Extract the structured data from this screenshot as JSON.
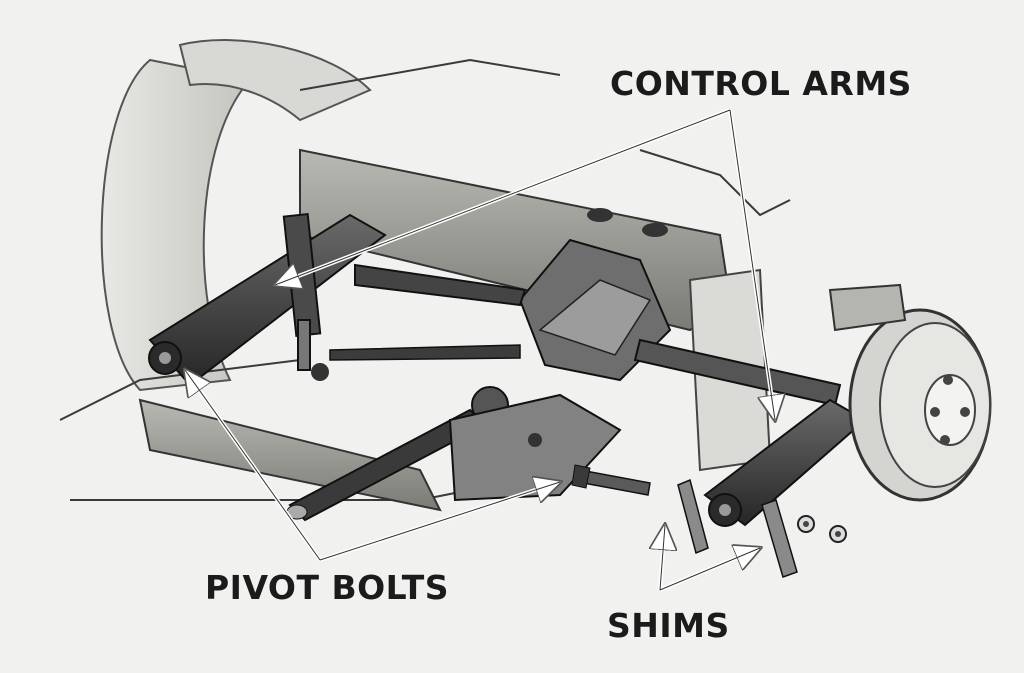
{
  "labels": {
    "control_arms": "CONTROL ARMS",
    "pivot_bolts": "PIVOT BOLTS",
    "shims": "SHIMS"
  },
  "colors": {
    "background": "#f1f1ef",
    "ink": "#1b1b1b",
    "metal_dark": "#3d3d3d",
    "metal_mid": "#8a8a8a",
    "metal_light": "#cfcfcb",
    "leader_line": "#ffffff"
  }
}
